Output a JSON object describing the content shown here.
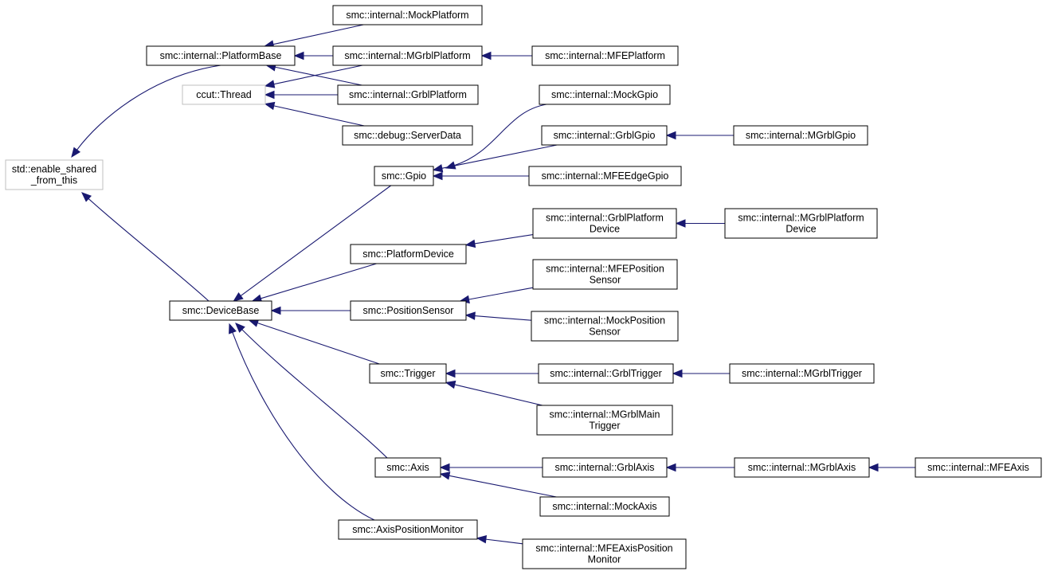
{
  "diagram": {
    "nodes": [
      {
        "id": "esft",
        "lines": [
          "std::enable_shared",
          "_from_this"
        ],
        "style": "grey"
      },
      {
        "id": "pbase",
        "lines": [
          "smc::internal::PlatformBase"
        ],
        "style": "normal"
      },
      {
        "id": "thread",
        "lines": [
          "ccut::Thread"
        ],
        "style": "grey"
      },
      {
        "id": "mockplat",
        "lines": [
          "smc::internal::MockPlatform"
        ],
        "style": "normal"
      },
      {
        "id": "mgrblplat",
        "lines": [
          "smc::internal::MGrblPlatform"
        ],
        "style": "normal"
      },
      {
        "id": "mfeplat",
        "lines": [
          "smc::internal::MFEPlatform"
        ],
        "style": "normal"
      },
      {
        "id": "grblplat",
        "lines": [
          "smc::internal::GrblPlatform"
        ],
        "style": "normal"
      },
      {
        "id": "serverdata",
        "lines": [
          "smc::debug::ServerData"
        ],
        "style": "normal"
      },
      {
        "id": "devbase",
        "lines": [
          "smc::DeviceBase"
        ],
        "style": "normal"
      },
      {
        "id": "gpio",
        "lines": [
          "smc::Gpio"
        ],
        "style": "normal"
      },
      {
        "id": "mockgpio",
        "lines": [
          "smc::internal::MockGpio"
        ],
        "style": "normal"
      },
      {
        "id": "grblgpio",
        "lines": [
          "smc::internal::GrblGpio"
        ],
        "style": "normal"
      },
      {
        "id": "mgrblgpio",
        "lines": [
          "smc::internal::MGrblGpio"
        ],
        "style": "normal"
      },
      {
        "id": "mfeedgegpio",
        "lines": [
          "smc::internal::MFEEdgeGpio"
        ],
        "style": "normal"
      },
      {
        "id": "platdev",
        "lines": [
          "smc::PlatformDevice"
        ],
        "style": "normal"
      },
      {
        "id": "grblplatdev",
        "lines": [
          "smc::internal::GrblPlatform",
          "Device"
        ],
        "style": "normal"
      },
      {
        "id": "mgrblplatdev",
        "lines": [
          "smc::internal::MGrblPlatform",
          "Device"
        ],
        "style": "normal"
      },
      {
        "id": "possensor",
        "lines": [
          "smc::PositionSensor"
        ],
        "style": "normal"
      },
      {
        "id": "mfepossensor",
        "lines": [
          "smc::internal::MFEPosition",
          "Sensor"
        ],
        "style": "normal"
      },
      {
        "id": "mockpossensor",
        "lines": [
          "smc::internal::MockPosition",
          "Sensor"
        ],
        "style": "normal"
      },
      {
        "id": "trigger",
        "lines": [
          "smc::Trigger"
        ],
        "style": "normal"
      },
      {
        "id": "grbltrigger",
        "lines": [
          "smc::internal::GrblTrigger"
        ],
        "style": "normal"
      },
      {
        "id": "mgrbltrigger",
        "lines": [
          "smc::internal::MGrblTrigger"
        ],
        "style": "normal"
      },
      {
        "id": "mgrblmaintrigger",
        "lines": [
          "smc::internal::MGrblMain",
          "Trigger"
        ],
        "style": "normal"
      },
      {
        "id": "axis",
        "lines": [
          "smc::Axis"
        ],
        "style": "normal"
      },
      {
        "id": "grblaxis",
        "lines": [
          "smc::internal::GrblAxis"
        ],
        "style": "normal"
      },
      {
        "id": "mgrblaxis",
        "lines": [
          "smc::internal::MGrblAxis"
        ],
        "style": "normal"
      },
      {
        "id": "mfeaxis",
        "lines": [
          "smc::internal::MFEAxis"
        ],
        "style": "normal"
      },
      {
        "id": "mockaxis",
        "lines": [
          "smc::internal::MockAxis"
        ],
        "style": "normal"
      },
      {
        "id": "axisposmon",
        "lines": [
          "smc::AxisPositionMonitor"
        ],
        "style": "normal"
      },
      {
        "id": "mfeaxisposmon",
        "lines": [
          "smc::internal::MFEAxisPosition",
          "Monitor"
        ],
        "style": "normal"
      }
    ],
    "edges": [
      {
        "from": "pbase",
        "to": "esft"
      },
      {
        "from": "devbase",
        "to": "esft"
      },
      {
        "from": "mockplat",
        "to": "pbase"
      },
      {
        "from": "mgrblplat",
        "to": "pbase"
      },
      {
        "from": "grblplat",
        "to": "pbase"
      },
      {
        "from": "mgrblplat",
        "to": "thread"
      },
      {
        "from": "grblplat",
        "to": "thread"
      },
      {
        "from": "serverdata",
        "to": "thread"
      },
      {
        "from": "mfeplat",
        "to": "mgrblplat"
      },
      {
        "from": "gpio",
        "to": "devbase"
      },
      {
        "from": "platdev",
        "to": "devbase"
      },
      {
        "from": "possensor",
        "to": "devbase"
      },
      {
        "from": "trigger",
        "to": "devbase"
      },
      {
        "from": "axis",
        "to": "devbase"
      },
      {
        "from": "axisposmon",
        "to": "devbase"
      },
      {
        "from": "mockgpio",
        "to": "gpio"
      },
      {
        "from": "grblgpio",
        "to": "gpio"
      },
      {
        "from": "mfeedgegpio",
        "to": "gpio"
      },
      {
        "from": "mgrblgpio",
        "to": "grblgpio"
      },
      {
        "from": "grblplatdev",
        "to": "platdev"
      },
      {
        "from": "mgrblplatdev",
        "to": "grblplatdev"
      },
      {
        "from": "mfepossensor",
        "to": "possensor"
      },
      {
        "from": "mockpossensor",
        "to": "possensor"
      },
      {
        "from": "grbltrigger",
        "to": "trigger"
      },
      {
        "from": "mgrblmaintrigger",
        "to": "trigger"
      },
      {
        "from": "mgrbltrigger",
        "to": "grbltrigger"
      },
      {
        "from": "grblaxis",
        "to": "axis"
      },
      {
        "from": "mockaxis",
        "to": "axis"
      },
      {
        "from": "mgrblaxis",
        "to": "grblaxis"
      },
      {
        "from": "mfeaxis",
        "to": "mgrblaxis"
      },
      {
        "from": "mfeaxisposmon",
        "to": "axisposmon"
      }
    ]
  }
}
